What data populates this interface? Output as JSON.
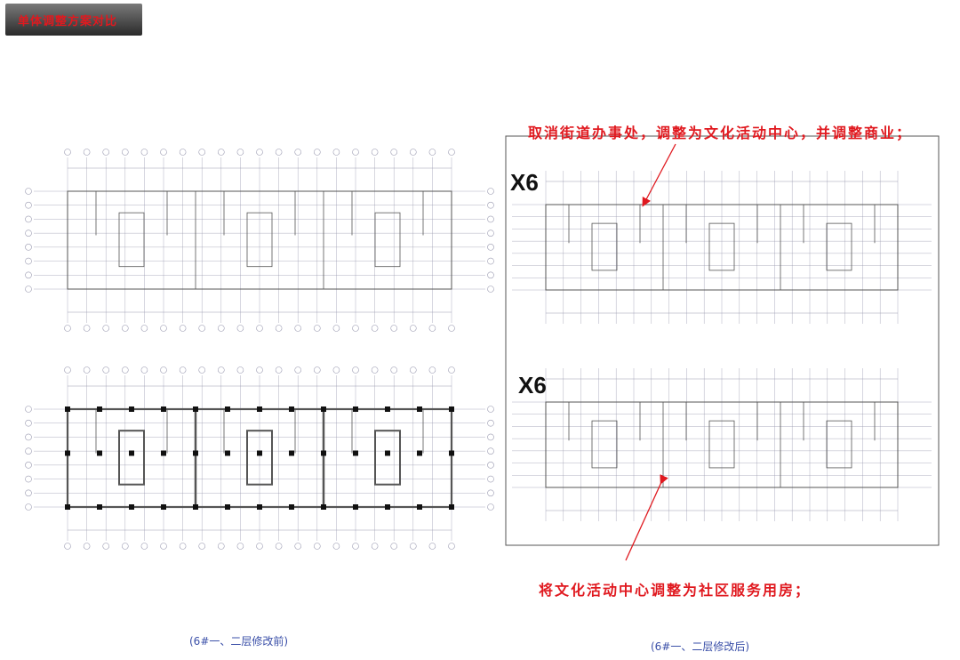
{
  "header": {
    "title": "单体调整方案对比"
  },
  "after": {
    "note_top": "取消街道办事处，调整为文化活动中心，并调整商业；",
    "note_bottom": "将文化活动中心调整为社区服务用房；",
    "label_upper": "X6",
    "label_lower": "X6"
  },
  "captions": {
    "before": "(6#一、二层修改前)",
    "after": "(6#一、二层修改后)"
  },
  "colors": {
    "accent": "#e0191f",
    "caption": "#3a4fa8",
    "line": "#8a8aa0"
  }
}
